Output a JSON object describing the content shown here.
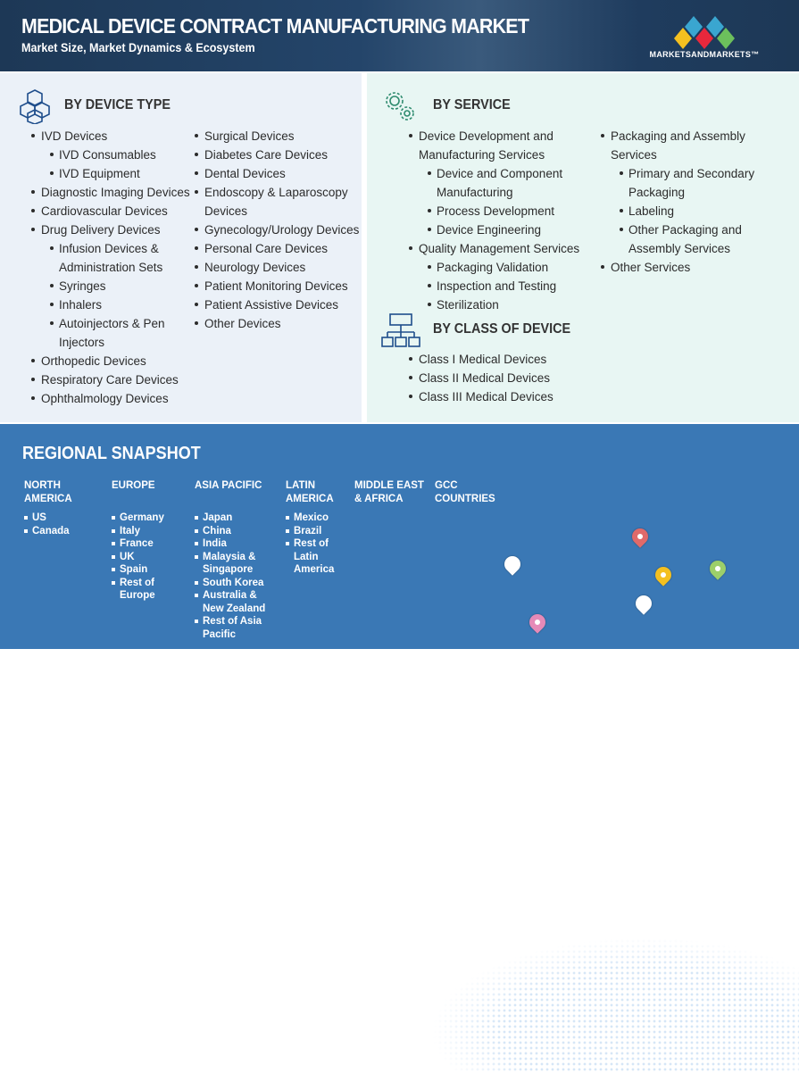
{
  "header": {
    "title": "MEDICAL DEVICE CONTRACT MANUFACTURING MARKET",
    "subtitle": "Market Size, Market Dynamics & Ecosystem",
    "logo_text": "MARKETSANDMARKETS™"
  },
  "device_type": {
    "heading": "BY DEVICE TYPE",
    "icon": "cubes-icon",
    "col1": [
      {
        "t": "IVD Devices"
      },
      {
        "t": "IVD Consumables",
        "sub": true
      },
      {
        "t": "IVD Equipment",
        "sub": true
      },
      {
        "t": "Diagnostic Imaging Devices"
      },
      {
        "t": "Cardiovascular Devices"
      },
      {
        "t": "Drug Delivery Devices"
      },
      {
        "t": "Infusion Devices & Administration Sets",
        "sub": true,
        "wrap": true
      },
      {
        "t": "Syringes",
        "sub": true
      },
      {
        "t": "Inhalers",
        "sub": true
      },
      {
        "t": "Autoinjectors & Pen Injectors",
        "sub": true,
        "wrap": true
      },
      {
        "t": "Orthopedic Devices"
      },
      {
        "t": "Respiratory Care Devices"
      },
      {
        "t": "Ophthalmology Devices"
      }
    ],
    "col2": [
      {
        "t": "Surgical Devices"
      },
      {
        "t": "Diabetes Care Devices"
      },
      {
        "t": "Dental Devices"
      },
      {
        "t": "Endoscopy & Laparoscopy Devices",
        "wrap": true
      },
      {
        "t": "Gynecology/Urology Devices",
        "wrap": true
      },
      {
        "t": "Personal Care Devices"
      },
      {
        "t": "Neurology Devices"
      },
      {
        "t": "Patient Monitoring Devices"
      },
      {
        "t": "Patient Assistive Devices"
      },
      {
        "t": "Other Devices"
      }
    ]
  },
  "service": {
    "heading": "BY SERVICE",
    "icon": "gears-icon",
    "col1": [
      {
        "t": "Device Development and Manufacturing Services",
        "wrap": true
      },
      {
        "t": "Device and Component Manufacturing",
        "sub": true,
        "wrap": true
      },
      {
        "t": "Process Development",
        "sub": true
      },
      {
        "t": "Device Engineering",
        "sub": true
      },
      {
        "t": "Quality Management Services"
      },
      {
        "t": "Packaging Validation",
        "sub": true
      },
      {
        "t": "Inspection and Testing",
        "sub": true
      },
      {
        "t": "Sterilization",
        "sub": true
      }
    ],
    "col2": [
      {
        "t": "Packaging and Assembly Services",
        "wrap": true
      },
      {
        "t": "Primary and Secondary Packaging",
        "sub": true,
        "wrap": true
      },
      {
        "t": "Labeling",
        "sub": true
      },
      {
        "t": "Other Packaging and Assembly Services",
        "sub": true,
        "wrap": true
      },
      {
        "t": "Other Services"
      }
    ]
  },
  "class": {
    "heading": "BY CLASS OF DEVICE",
    "icon": "hierarchy-icon",
    "items": [
      {
        "t": "Class I Medical Devices"
      },
      {
        "t": "Class II Medical Devices"
      },
      {
        "t": "Class III Medical Devices"
      }
    ]
  },
  "regional": {
    "title": "REGIONAL SNAPSHOT",
    "regions": [
      {
        "name": "NORTH AMERICA",
        "items": [
          "US",
          "Canada"
        ]
      },
      {
        "name": "EUROPE",
        "items": [
          "Germany",
          "Italy",
          "France",
          "UK",
          "Spain",
          "Rest of Europe"
        ]
      },
      {
        "name": "ASIA PACIFIC",
        "items": [
          "Japan",
          "China",
          "India",
          "Malaysia & Singapore",
          "South Korea",
          "Australia & New Zealand",
          "Rest of Asia Pacific"
        ]
      },
      {
        "name": "LATIN AMERICA",
        "items": [
          "Mexico",
          "Brazil",
          "Rest of Latin America"
        ]
      },
      {
        "name": "MIDDLE EAST & AFRICA",
        "items": []
      },
      {
        "name": "GCC COUNTRIES",
        "items": []
      }
    ]
  },
  "colors": {
    "header": "#1d3856",
    "left_panel": "#ebf1f8",
    "right_panel": "#e8f6f3",
    "regional": "#3a78b5",
    "device_icon": "#1f4e8c",
    "service_icon": "#2e8b6e"
  }
}
